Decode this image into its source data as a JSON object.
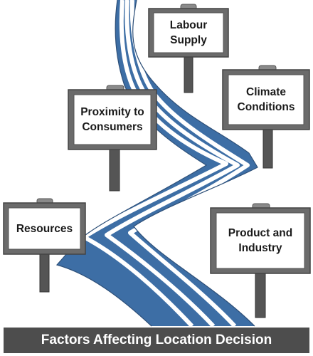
{
  "title": "Factors Affecting Location Decision",
  "colors": {
    "road": "#3d6ea5",
    "sign_border": "#5a5a5a",
    "post": "#555555",
    "title_bar": "#4d4d4d",
    "title_text": "#ffffff"
  },
  "signs": [
    {
      "id": "labour-supply",
      "label": "Labour\nSupply"
    },
    {
      "id": "proximity-to-consumers",
      "label": "Proximity to\nConsumers"
    },
    {
      "id": "climate-conditions",
      "label": "Climate\nConditions"
    },
    {
      "id": "resources",
      "label": "Resources"
    },
    {
      "id": "product-and-industry",
      "label": "Product and\nIndustry"
    }
  ]
}
